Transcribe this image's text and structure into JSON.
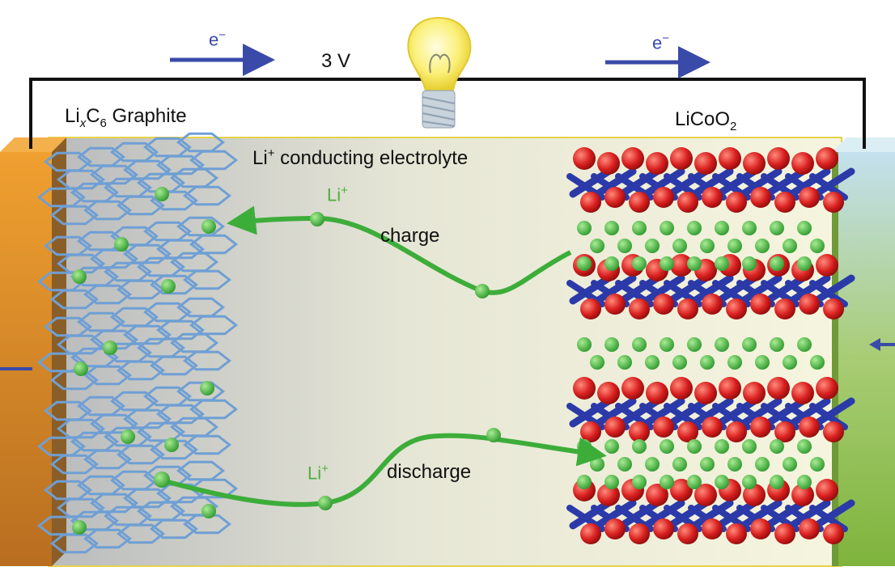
{
  "circuit": {
    "voltage": "3 V",
    "electron_symbol": "e",
    "electron_sign": "−"
  },
  "anode": {
    "label_prefix": "Li",
    "label_sub_x": "x",
    "label_mid": "C",
    "label_sub_6": "6",
    "label_suffix": " Graphite"
  },
  "cathode": {
    "label_prefix": "LiCoO",
    "label_sub": "2"
  },
  "electrolyte": {
    "ion": "Li",
    "ion_charge": "+",
    "label": " conducting electrolyte"
  },
  "processes": {
    "charge": "charge",
    "discharge": "discharge",
    "ion_symbol": "Li",
    "ion_charge": "+"
  },
  "colors": {
    "electron_arrow": "#3a4aa8",
    "lithium": "#3dad3a",
    "oxygen": "#d42020",
    "cobalt_bond": "#2b3aa8",
    "graphite": "#6f9fd4",
    "anode_collector": "#e08a1e",
    "cathode_collector": "#8cc04a",
    "wire": "#111111",
    "electrolyte": "#f4f3dc"
  }
}
